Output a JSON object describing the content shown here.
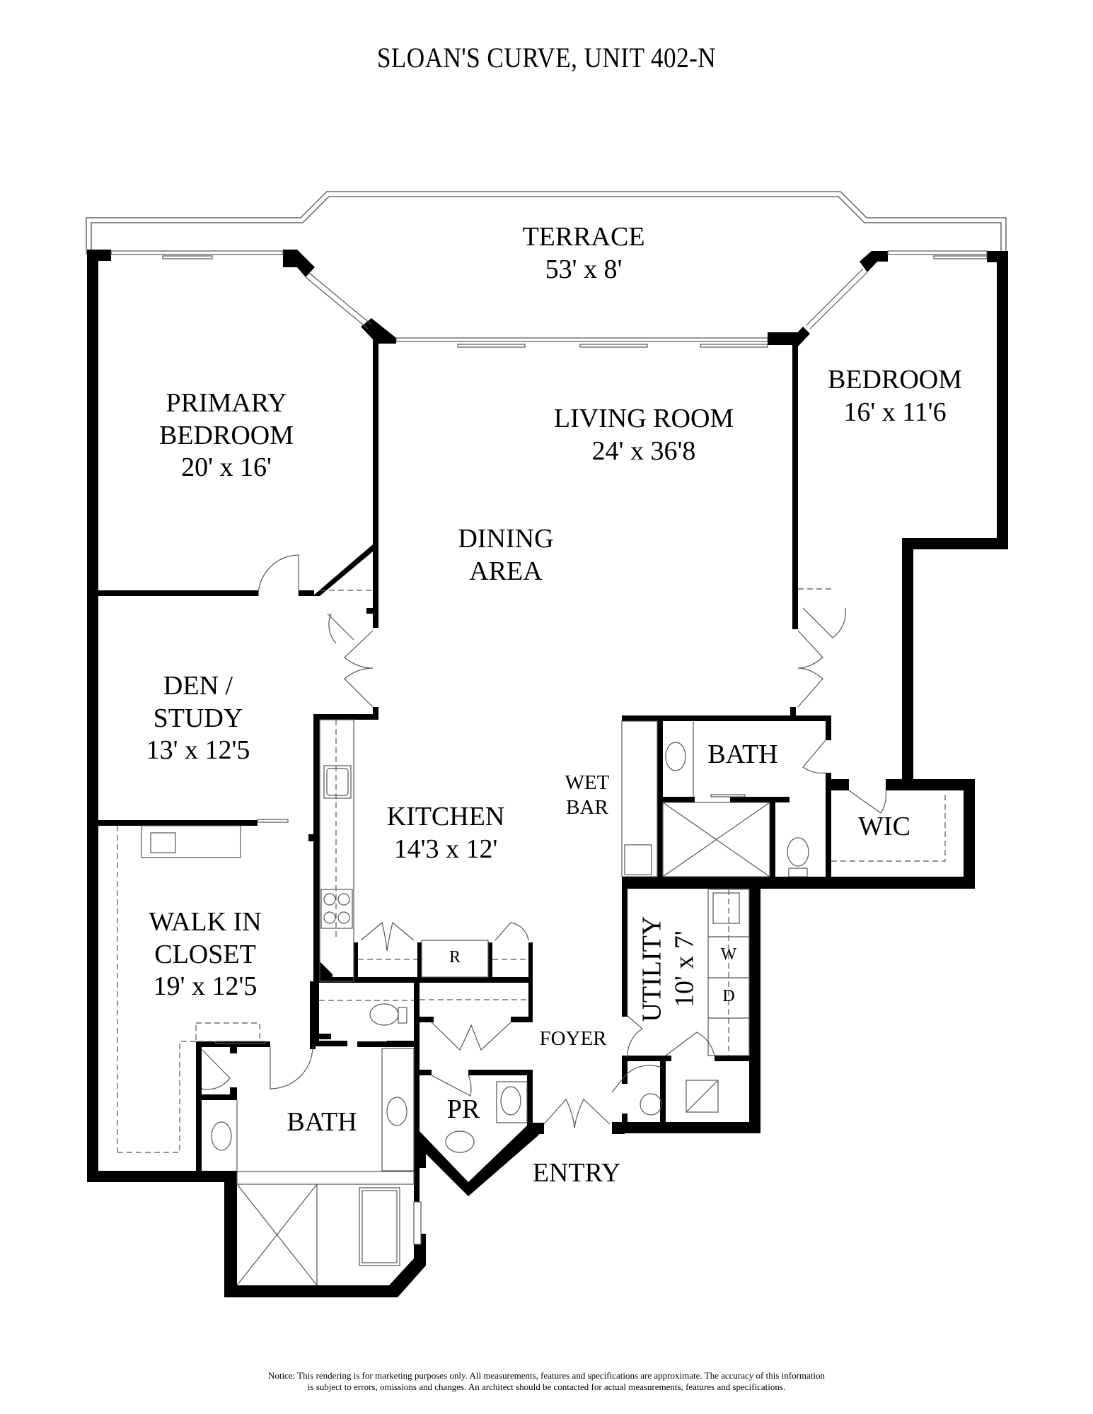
{
  "title": "SLOAN'S CURVE, UNIT 402-N",
  "rooms": {
    "terrace": {
      "name": "TERRACE",
      "dim": "53' x 8'"
    },
    "primary_bedroom": {
      "name_line1": "PRIMARY",
      "name_line2": "BEDROOM",
      "dim": "20' x 16'"
    },
    "living_room": {
      "name": "LIVING ROOM",
      "dim": "24' x 36'8"
    },
    "dining_area": {
      "name_line1": "DINING",
      "name_line2": "AREA"
    },
    "bedroom": {
      "name": "BEDROOM",
      "dim": "16' x 11'6"
    },
    "den_study": {
      "name_line1": "DEN /",
      "name_line2": "STUDY",
      "dim": "13' x 12'5"
    },
    "kitchen": {
      "name": "KITCHEN",
      "dim": "14'3 x 12'"
    },
    "wet_bar": {
      "name_line1": "WET",
      "name_line2": "BAR"
    },
    "bath_secondary": {
      "name": "BATH"
    },
    "wic": {
      "name": "WIC"
    },
    "walk_in_closet": {
      "name_line1": "WALK IN",
      "name_line2": "CLOSET",
      "dim": "19' x 12'5"
    },
    "utility": {
      "name": "UTILITY",
      "dim": "10' x 7'"
    },
    "foyer": {
      "name": "FOYER"
    },
    "primary_bath": {
      "name": "BATH"
    },
    "powder_room": {
      "name": "PR"
    },
    "entry": {
      "name": "ENTRY"
    }
  },
  "fixtures": {
    "refrigerator": "R",
    "washer": "W",
    "dryer": "D"
  },
  "notice": {
    "line1": "Notice: This rendering is for marketing purposes only. All measurements, features and specifications are approximate. The accuracy of this information",
    "line2": "is subject to errors, omissions and changes. An architect should be contacted for actual measurements, features and specifications."
  },
  "colors": {
    "wall": "#000000",
    "line": "#555555",
    "background": "#ffffff"
  }
}
